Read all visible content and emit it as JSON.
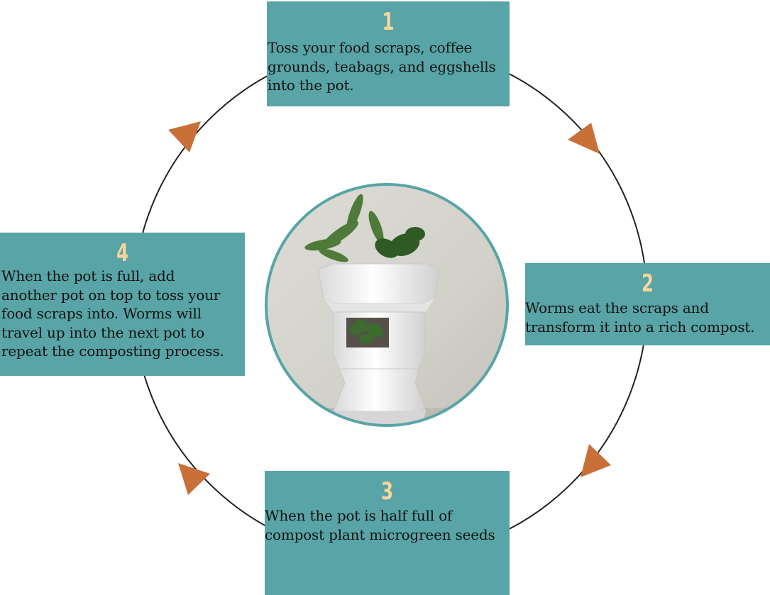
{
  "colors": {
    "box_fill": "#58a4a6",
    "number_color": "#f7d59c",
    "arrow_color": "#c96f38",
    "cycle_line": "#222222",
    "photo_border": "#58a4a6"
  },
  "steps": [
    {
      "number": "1",
      "text": "Toss your food scraps, coffee\ngrounds, teabags, and eggshells\ninto the pot."
    },
    {
      "number": "2",
      "text": "Worms eat the scraps and\ntransform it into a rich compost."
    },
    {
      "number": "3",
      "text": "When the pot is half full of\ncompost plant microgreen seeds"
    },
    {
      "number": "4",
      "text": "When the pot is full, add\nanother pot on top to toss your\nfood scraps into.  Worms will\ntravel up into the next pot to\nrepeat the composting process."
    }
  ],
  "center_image": {
    "icon": "planter-photo"
  }
}
